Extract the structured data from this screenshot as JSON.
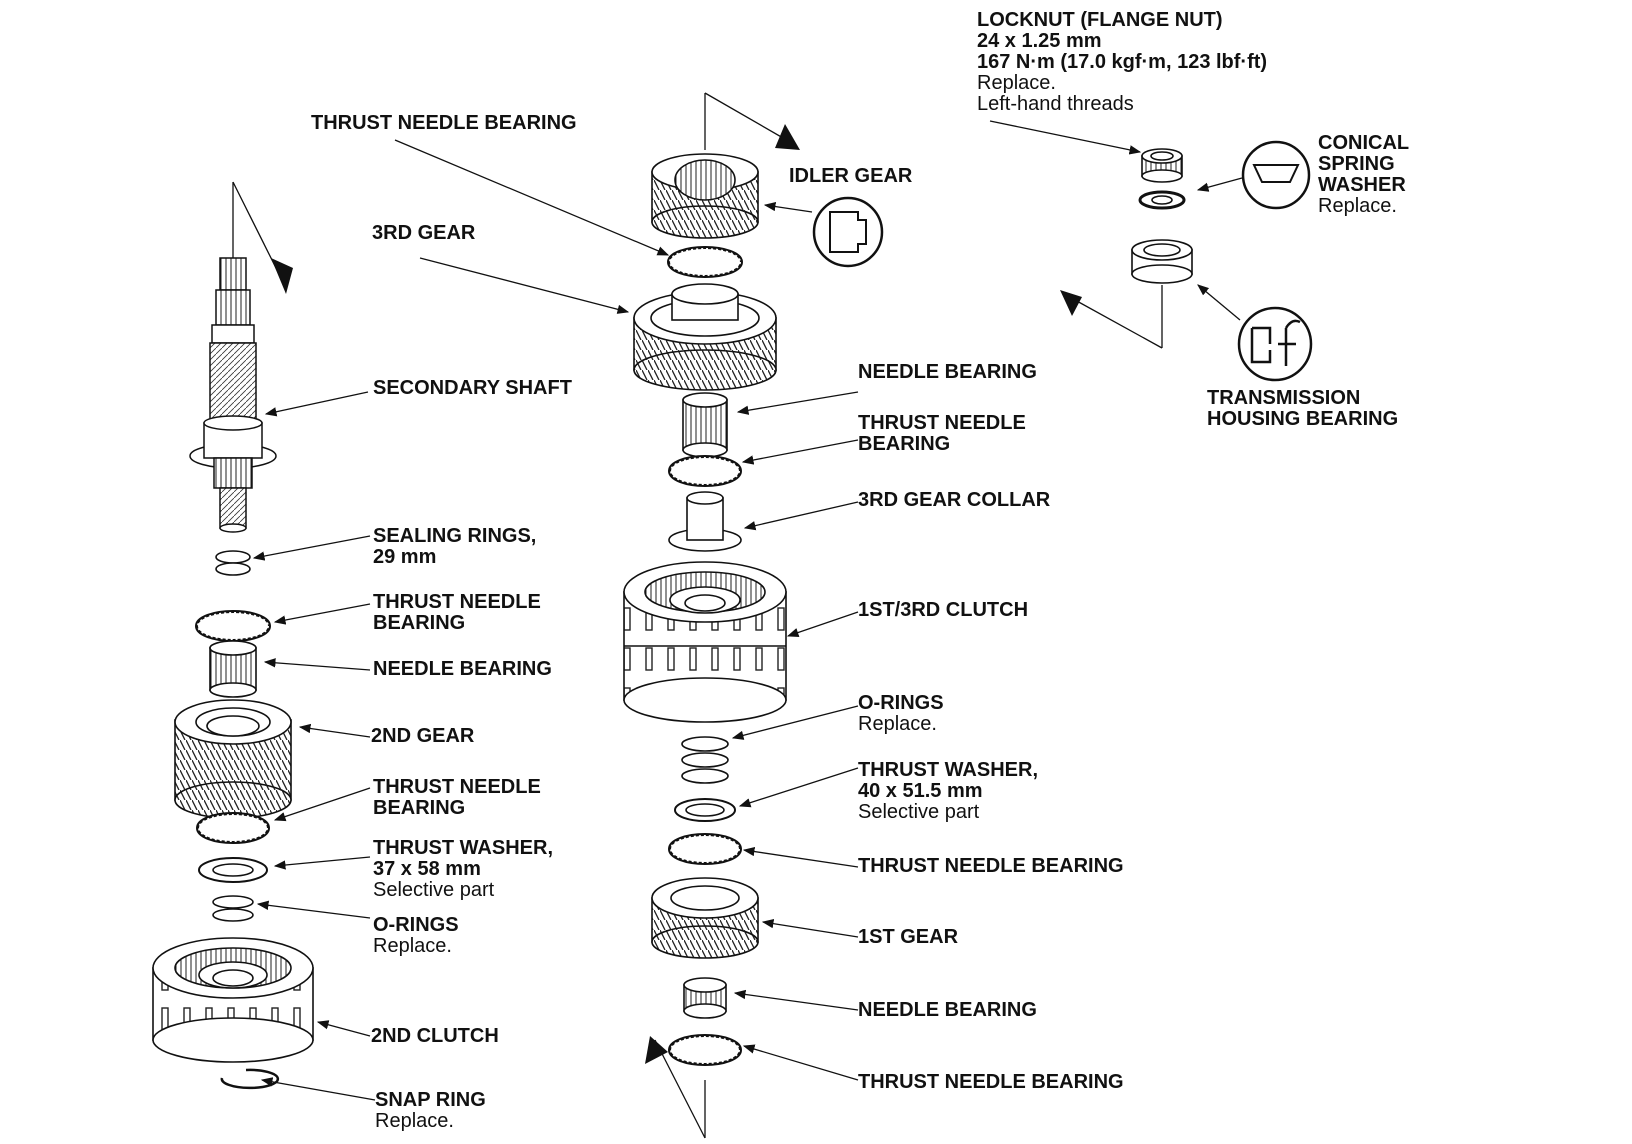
{
  "labels": {
    "thrust_needle_bearing_top": {
      "title": "THRUST NEEDLE BEARING"
    },
    "third_gear": {
      "title": "3RD GEAR"
    },
    "secondary_shaft": {
      "title": "SECONDARY SHAFT"
    },
    "sealing_rings": {
      "title_line1": "SEALING RINGS,",
      "title_line2": "29 mm"
    },
    "left_thrust_needle_bearing_1": {
      "title_line1": "THRUST NEEDLE",
      "title_line2": "BEARING"
    },
    "left_needle_bearing": {
      "title": "NEEDLE BEARING"
    },
    "second_gear": {
      "title": "2ND GEAR"
    },
    "left_thrust_needle_bearing_2": {
      "title_line1": "THRUST NEEDLE",
      "title_line2": "BEARING"
    },
    "left_thrust_washer": {
      "title_line1": "THRUST WASHER,",
      "title_line2": "37 x 58 mm",
      "note": "Selective part"
    },
    "left_o_rings": {
      "title": "O-RINGS",
      "note": "Replace."
    },
    "second_clutch": {
      "title": "2ND CLUTCH"
    },
    "snap_ring": {
      "title": "SNAP RING",
      "note": "Replace."
    },
    "idler_gear": {
      "title": "IDLER GEAR"
    },
    "mid_needle_bearing": {
      "title": "NEEDLE BEARING"
    },
    "mid_thrust_needle_bearing": {
      "title_line1": "THRUST NEEDLE",
      "title_line2": "BEARING"
    },
    "third_gear_collar": {
      "title": "3RD GEAR COLLAR"
    },
    "first_third_clutch": {
      "title": "1ST/3RD CLUTCH"
    },
    "mid_o_rings": {
      "title": "O-RINGS",
      "note": "Replace."
    },
    "mid_thrust_washer": {
      "title_line1": "THRUST WASHER,",
      "title_line2": "40 x 51.5 mm",
      "note": "Selective part"
    },
    "mid_thrust_needle_bearing_2": {
      "title": "THRUST NEEDLE BEARING"
    },
    "first_gear": {
      "title": "1ST GEAR"
    },
    "lower_needle_bearing": {
      "title": "NEEDLE BEARING"
    },
    "bottom_thrust_needle_bearing": {
      "title": "THRUST NEEDLE BEARING"
    },
    "locknut": {
      "title_line1": "LOCKNUT (FLANGE NUT)",
      "title_line2": "24 x 1.25 mm",
      "title_line3": "167 N·m (17.0 kgf·m, 123 lbf·ft)",
      "note_line1": "Replace.",
      "note_line2": "Left-hand threads"
    },
    "conical_spring_washer": {
      "title_line1": "CONICAL",
      "title_line2": "SPRING",
      "title_line3": "WASHER",
      "note": "Replace."
    },
    "transmission_housing_bearing": {
      "title_line1": "TRANSMISSION",
      "title_line2": "HOUSING BEARING"
    }
  }
}
